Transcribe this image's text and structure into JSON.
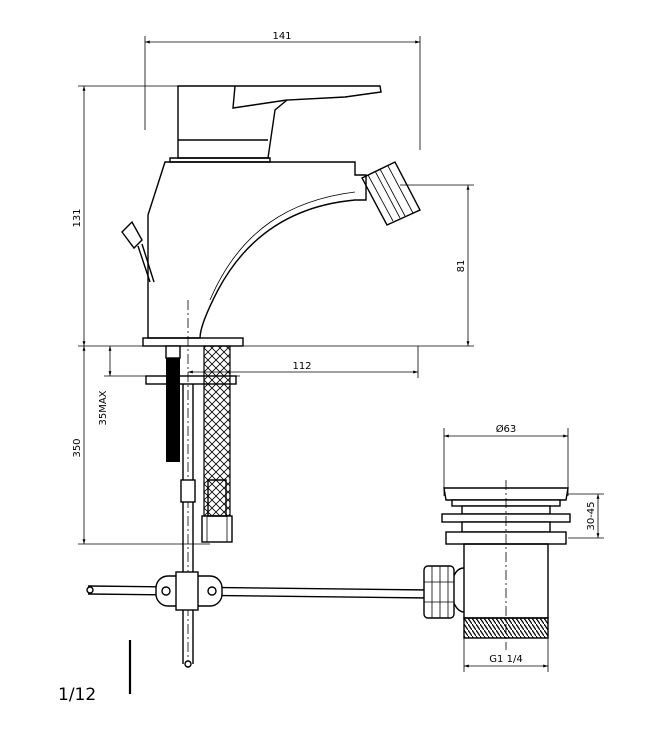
{
  "dimensions": {
    "width_top": "141",
    "height_body": "131",
    "spout_height": "81",
    "reach": "112",
    "max_thickness": "35MAX",
    "hose_length": "350",
    "drain_diameter": "Ø63",
    "drain_adjust": "30-45",
    "drain_thread": "G1 1/4"
  },
  "corner_label": "1/12"
}
